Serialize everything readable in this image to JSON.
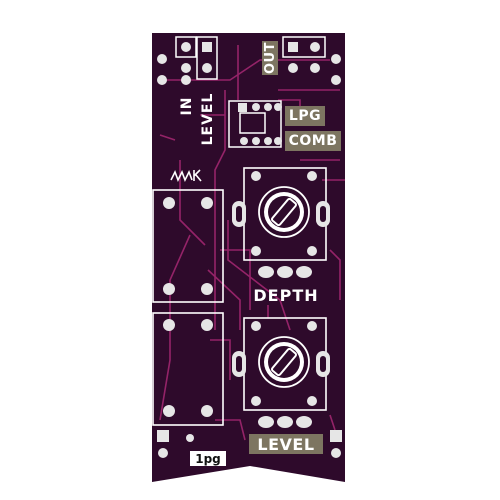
{
  "board": {
    "colors": {
      "pcb": "#2e0a2b",
      "trace": "#a0266f",
      "silkscreen": "#ffffff",
      "label_fill": "#7d7561",
      "pad": "#e6e6e6"
    }
  },
  "labels": {
    "in": "IN",
    "level_side": "LEVEL",
    "out": "OUT",
    "lpg": "LPG",
    "comb": "COMB",
    "depth": "DEPTH",
    "level_bottom": "LEVEL",
    "logo_text": "mK",
    "board_name": "1pg"
  },
  "components": {
    "potentiometers": [
      {
        "name": "depth-pot",
        "icon": "potentiometer-icon"
      },
      {
        "name": "level-pot",
        "icon": "potentiometer-icon"
      }
    ],
    "jacks": [
      {
        "name": "input-jack",
        "icon": "jack-footprint-icon"
      },
      {
        "name": "output-jack",
        "icon": "jack-footprint-icon"
      }
    ],
    "ic": {
      "name": "dip8-chip",
      "icon": "chip-icon"
    }
  }
}
